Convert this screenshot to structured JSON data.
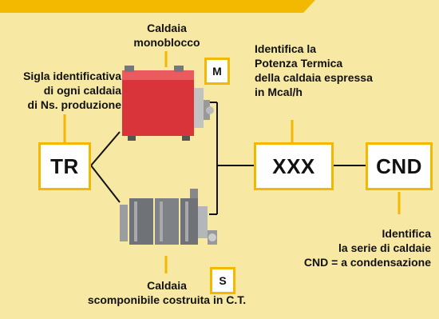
{
  "labels": {
    "monoblocco": "Caldaia\nmonoblocco",
    "sigla": "Sigla identificativa\ndi ogni caldaia\ndi Ns. produzione",
    "potenza": "Identifica la\nPotenza Termica\ndella caldaia espressa\nin Mcal/h",
    "serie": "Identifica\nla serie di caldaie\nCND = a condensazione",
    "scomponibile": "Caldaia\nscomponibile costruita in C.T."
  },
  "codes": {
    "tr": "TR",
    "xxx": "XXX",
    "cnd": "CND",
    "m": "M",
    "s": "S"
  },
  "colors": {
    "background": "#f7e8a3",
    "accent": "#f3b800",
    "boiler_red": "#d8343a",
    "boiler_grey": "#8a8c90"
  },
  "images": {
    "top": "red-monoblock-boiler",
    "bottom": "cast-iron-sectional-boiler"
  }
}
